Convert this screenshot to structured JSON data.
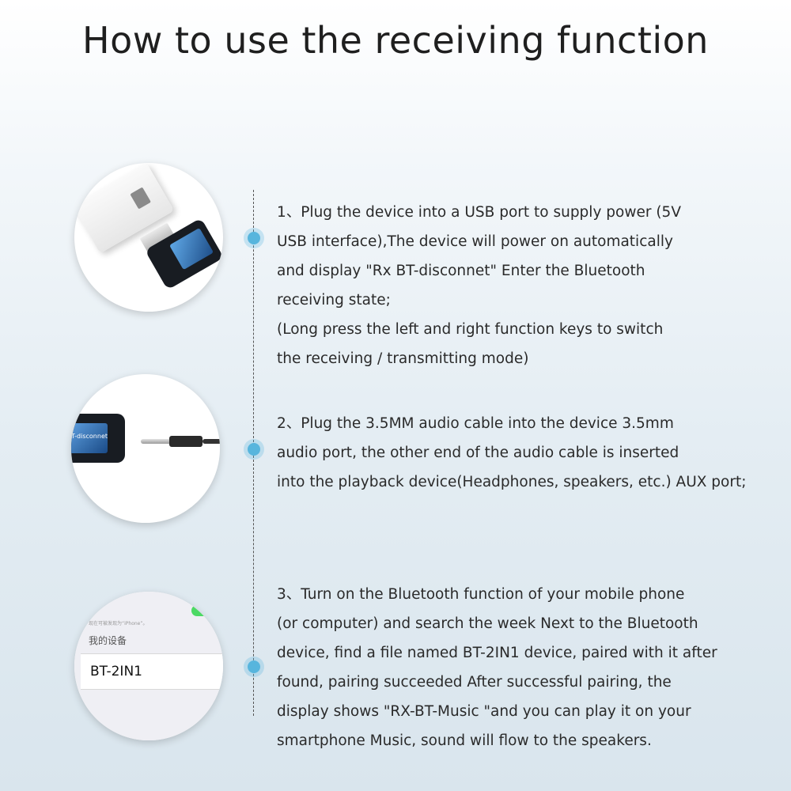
{
  "title": "How to use the receiving function",
  "steps": [
    {
      "lines": [
        "1、Plug the device into a USB port to supply power (5V",
        "USB interface),The device will power on automatically",
        "and display \"Rx BT-disconnet\" Enter the Bluetooth",
        "receiving state;",
        "(Long press the left and right function keys to switch",
        "the receiving / transmitting mode)"
      ]
    },
    {
      "lines": [
        "2、Plug the 3.5MM audio cable into the device 3.5mm",
        "audio port, the other end of the audio cable is inserted",
        "into the playback device(Headphones, speakers, etc.) AUX port;"
      ],
      "screen_text": "T-disconnet"
    },
    {
      "lines": [
        "3、Turn on the Bluetooth function of your mobile phone",
        "(or computer) and search the week Next to the Bluetooth",
        "device, find a file named BT-2IN1 device, paired with it after",
        "found, pairing succeeded After successful pairing, the",
        "display shows \"RX-BT-Music \"and you can play it on your",
        "smartphone Music, sound will flow to the speakers."
      ],
      "phone_small_text": "现在可被发现为“iPhone”。",
      "phone_header": "我的设备",
      "phone_device": "BT-2IN1"
    }
  ],
  "colors": {
    "accent_dot": "#57b5dd",
    "text": "#2a2a2a"
  }
}
